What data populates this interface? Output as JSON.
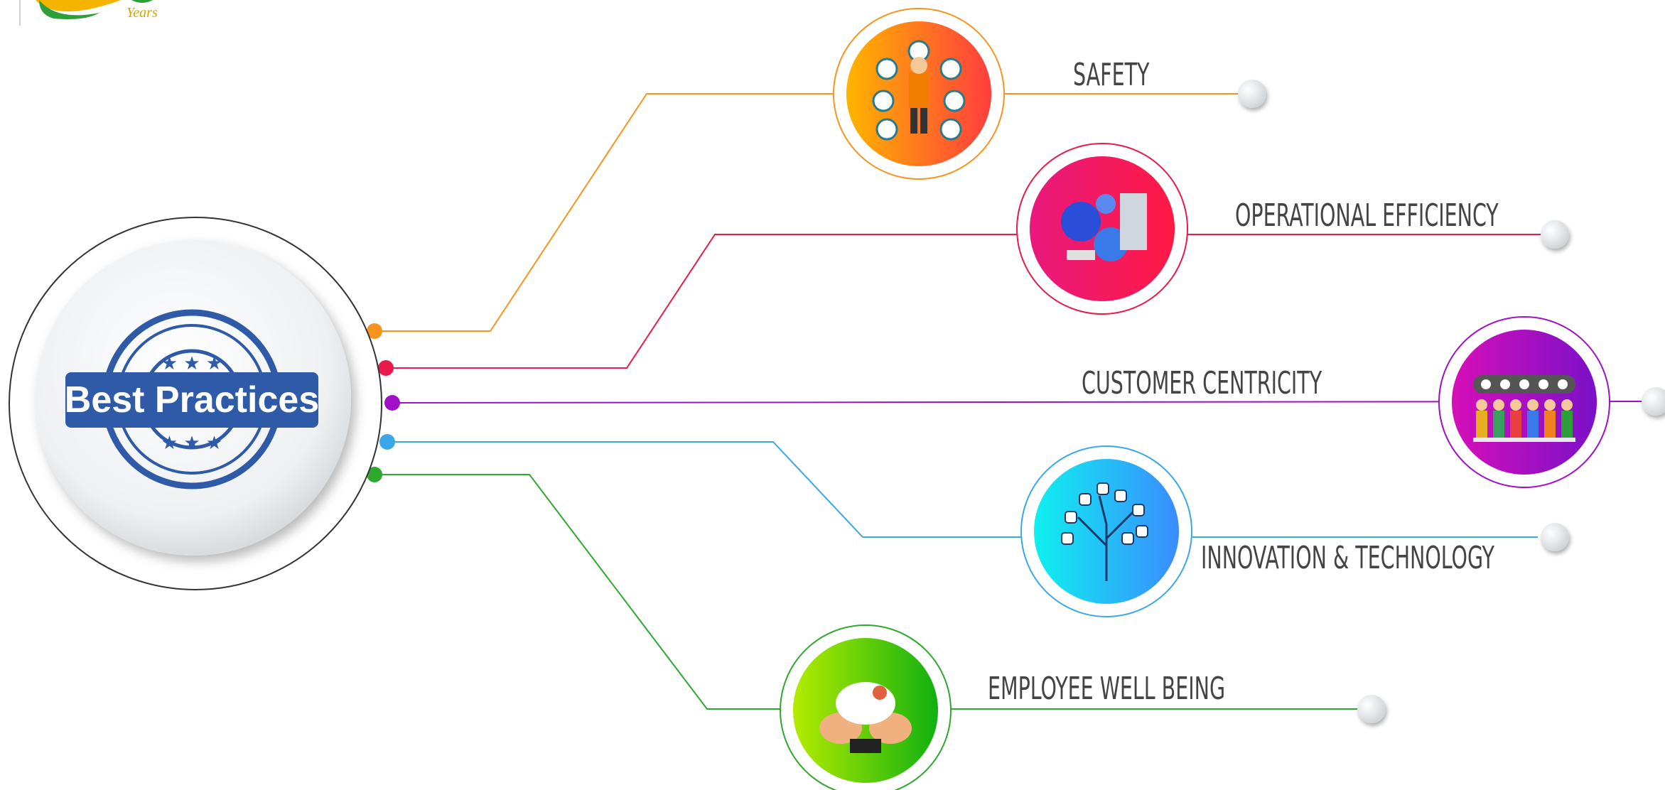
{
  "logo": {
    "caption": "Years",
    "colors": {
      "green": "#2e9e3a",
      "gold": "#f4b400"
    }
  },
  "hub": {
    "title": "Best Practices",
    "stamp_color": "#2f5aa8"
  },
  "topics": [
    {
      "label": "SAFETY",
      "color": "#f7941d",
      "gradient": [
        "#ffb400",
        "#ff3d3d"
      ],
      "icon": "worker-safety-gear-icon"
    },
    {
      "label": "OPERATIONAL EFFICIENCY",
      "color": "#e8194b",
      "gradient": [
        "#e8197d",
        "#ff1a45"
      ],
      "icon": "gears-efficiency-icon"
    },
    {
      "label": "CUSTOMER CENTRICITY",
      "color": "#a010c8",
      "gradient": [
        "#d60fb8",
        "#7b10c8"
      ],
      "icon": "customer-rating-stars-icon"
    },
    {
      "label": "INNOVATION & TECHNOLOGY",
      "color": "#3aa8e8",
      "gradient": [
        "#0ff0f0",
        "#3a8cff"
      ],
      "icon": "technology-tree-icon"
    },
    {
      "label": "EMPLOYEE WELL BEING",
      "color": "#2ea82e",
      "gradient": [
        "#b5ec00",
        "#10b010"
      ],
      "icon": "hands-wellbeing-icon"
    }
  ]
}
